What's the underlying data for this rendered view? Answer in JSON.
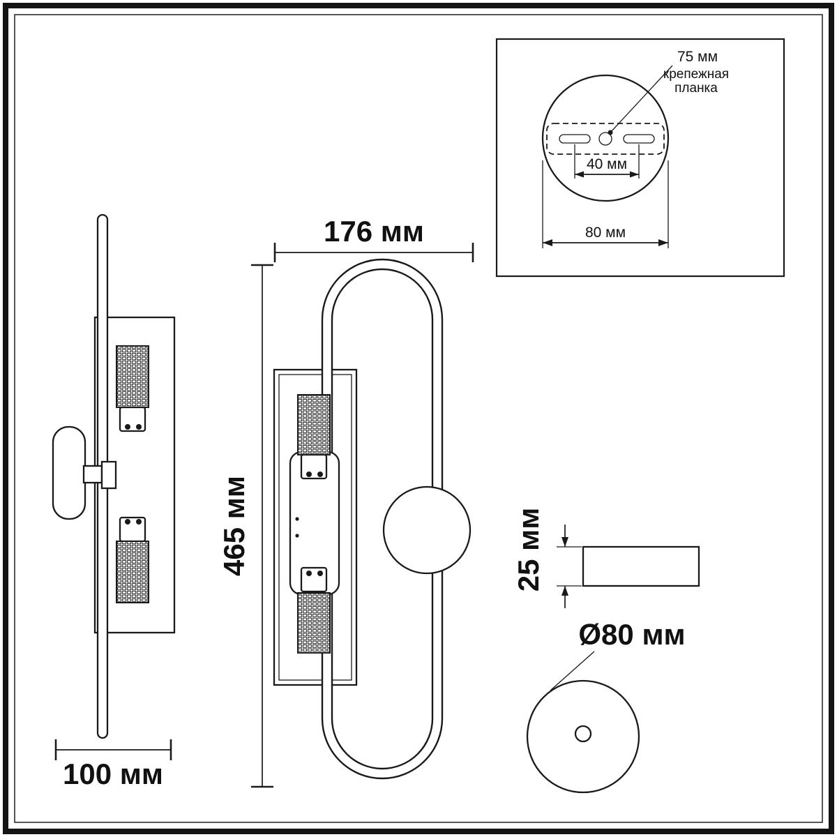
{
  "colors": {
    "line": "#1a1a1a",
    "background": "#ffffff"
  },
  "front_view": {
    "width_label": "176 мм",
    "height_label": "465 мм"
  },
  "side_view": {
    "width_label": "100 мм"
  },
  "plate_profile": {
    "thickness_label": "25 мм"
  },
  "base_view": {
    "diameter_label": "Ø80 мм"
  },
  "mounting_detail": {
    "plate_length_label": "75 мм",
    "plate_name_line1": "крепежная",
    "plate_name_line2": "планка",
    "hole_spacing_label": "40 мм",
    "base_width_label": "80 мм"
  }
}
